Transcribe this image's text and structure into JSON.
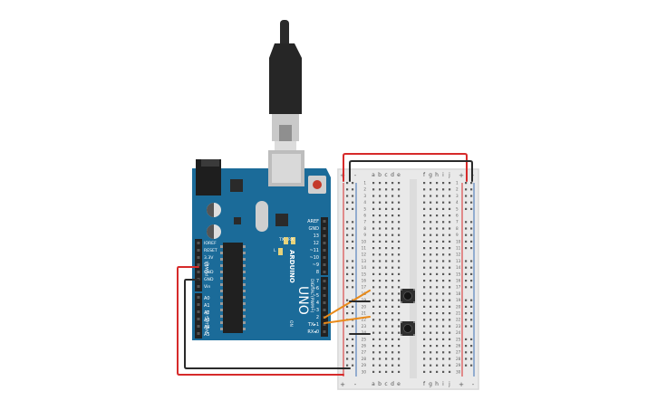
{
  "board": {
    "top_brand": "TX",
    "rx_label": "RX",
    "l_label": "L",
    "on_label": "ON",
    "logo_text": "ARDUINO",
    "model": "UNO",
    "digital_label": "DIGITAL (PWM~)",
    "power_header": "POWER",
    "analog_header": "ANALOG IN",
    "power_pins": [
      "IOREF",
      "RESET",
      "3.3V",
      "5V",
      "GND",
      "GND",
      "Vin"
    ],
    "analog_pins": [
      "A0",
      "A1",
      "A2",
      "A3",
      "A4",
      "A5"
    ],
    "digital_pins_upper": [
      "AREF",
      "GND",
      "13",
      "12",
      "~11",
      "~10",
      "~9",
      "8"
    ],
    "digital_pins_lower": [
      "7",
      "~6",
      "~5",
      "4",
      "~3",
      "2",
      "TX▸1",
      "RX◂0"
    ]
  },
  "breadboard": {
    "cols_left": [
      "a",
      "b",
      "c",
      "d",
      "e"
    ],
    "cols_right": [
      "f",
      "g",
      "h",
      "i",
      "j"
    ],
    "rail_plus": "+",
    "rail_minus": "-",
    "row_numbers": [
      "1",
      "2",
      "3",
      "4",
      "5",
      "6",
      "7",
      "8",
      "9",
      "10",
      "11",
      "12",
      "13",
      "14",
      "15",
      "16",
      "17",
      "18",
      "19",
      "20",
      "21",
      "22",
      "23",
      "24",
      "25",
      "26",
      "27",
      "28",
      "29",
      "30"
    ]
  },
  "colors": {
    "board_blue": "#1b6b99",
    "board_dark": "#15557d",
    "header_black": "#222222",
    "breadboard": "#e9e9e9",
    "wire_red": "#d62a2a",
    "wire_black": "#2a2a2a",
    "wire_orange": "#e88a1a",
    "rail_red": "#d62a2a",
    "rail_blue": "#3a6fb5"
  },
  "icons": {
    "usb": "usb-cable-icon",
    "reset": "reset-button-icon",
    "button": "pushbutton-icon"
  }
}
